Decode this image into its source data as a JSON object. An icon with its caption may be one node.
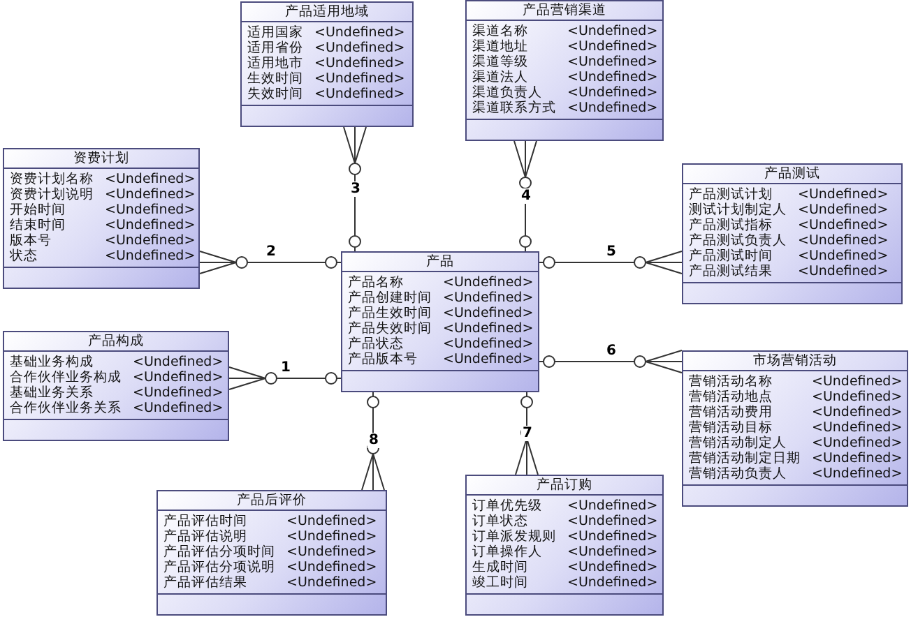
{
  "diagram": {
    "nodes": [
      {
        "text": [
          "产品适用地域",
          "适用国家",
          "<Undefined>",
          "适用省份",
          "<Undefined>",
          "适用地市",
          "<Undefined>",
          "生效时间",
          "<Undefined>",
          "失效时间",
          "<Undefined>"
        ]
      },
      {
        "text": [
          "产品营销渠道",
          "渠道名称",
          "<Undefined>",
          "渠道地址",
          "<Undefined>",
          "渠道等级",
          "<Undefined>",
          "渠道法人",
          "<Undefined>",
          "渠道负责人",
          "<Undefined>",
          "渠道联系方式",
          "<Undefined>"
        ]
      },
      {
        "text": [
          "资费计划",
          "资费计划名称",
          "<Undefined>",
          "资费计划说明",
          "<Undefined>",
          "开始时间",
          "<Undefined>",
          "结束时间",
          "<Undefined>",
          "版本号",
          "<Undefined>",
          "状态",
          "<Undefined>"
        ]
      },
      {
        "text": [
          "产品测试",
          "产品测试计划",
          "<Undefined>",
          "测试计划制定人",
          "<Undefined>",
          "产品测试指标",
          "<Undefined>",
          "产品测试负责人",
          "<Undefined>",
          "产品测试时间",
          "<Undefined>",
          "产品测试结果",
          "<Undefined>"
        ]
      },
      {
        "text": [
          "产品",
          "产品名称",
          "<Undefined>",
          "产品创建时间",
          "<Undefined>",
          "产品生效时间",
          "<Undefined>",
          "产品失效时间",
          "<Undefined>",
          "产品状态",
          "<Undefined>",
          "产品版本号",
          "<Undefined>"
        ]
      },
      {
        "text": [
          "产品构成",
          "基础业务构成",
          "<Undefined>",
          "合作伙伴业务构成",
          "<Undefined>",
          "基础业务关系",
          "<Undefined>",
          "合作伙伴业务关系",
          "<Undefined>"
        ]
      },
      {
        "text": [
          "市场营销活动",
          "营销活动名称",
          "<Undefined>",
          "营销活动地点",
          "<Undefined>",
          "营销活动费用",
          "<Undefined>",
          "营销活动目标",
          "<Undefined>",
          "营销活动制定人",
          "<Undefined>",
          "营销活动制定日期",
          "<Undefined>",
          "营销活动负责人",
          "<Undefined>"
        ]
      },
      {
        "text": [
          "产品后评价",
          "产品评估时间",
          "<Undefined>",
          "产品评估说明",
          "<Undefined>",
          "产品评估分项时间",
          "<Undefined>",
          "产品评估分项说明",
          "<Undefined>",
          "产品评估结果",
          "<Undefined>"
        ]
      },
      {
        "text": [
          "产品订购",
          "订单优先级",
          "<Undefined>",
          "订单状态",
          "<Undefined>",
          "订单派发规则",
          "<Undefined>",
          "订单操作人",
          "<Undefined>",
          "生成时间",
          "<Undefined>",
          "竣工时间",
          "<Undefined>"
        ]
      }
    ],
    "edges": [
      {
        "from": 5,
        "to": 4,
        "arrow": "other",
        "label": "1"
      },
      {
        "from": 2,
        "to": 4,
        "arrow": "other",
        "label": "2"
      },
      {
        "from": 0,
        "to": 4,
        "arrow": "other",
        "label": "3"
      },
      {
        "from": 1,
        "to": 4,
        "arrow": "other",
        "label": "4"
      },
      {
        "from": 3,
        "to": 4,
        "arrow": "other",
        "label": "5"
      },
      {
        "from": 6,
        "to": 4,
        "arrow": "other",
        "label": "6"
      },
      {
        "from": 8,
        "to": 4,
        "arrow": "other",
        "label": "7"
      },
      {
        "from": 7,
        "to": 4,
        "arrow": "other",
        "label": "8"
      }
    ]
  }
}
